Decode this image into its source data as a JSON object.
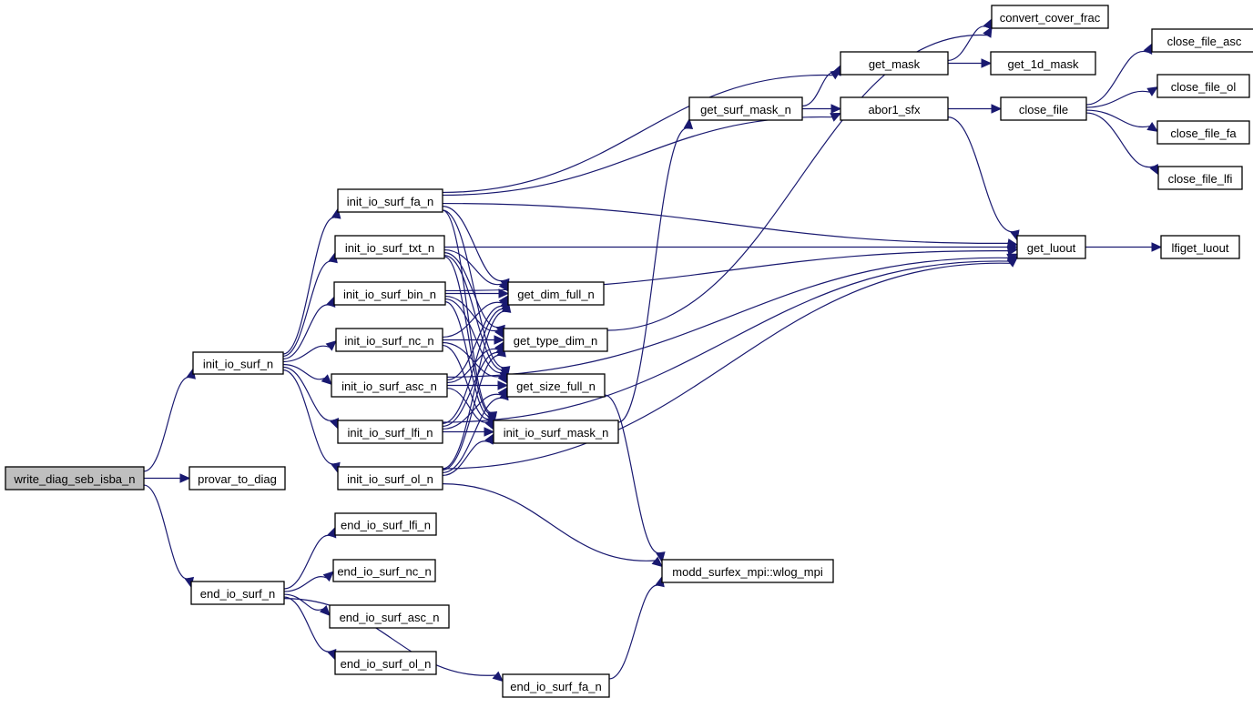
{
  "graph": {
    "title": "Call graph of write_diag_seb_isba_n",
    "colors": {
      "edge": "#191970",
      "root_fill": "#bfbfbf",
      "node_fill": "#ffffff",
      "border": "#000000"
    },
    "root": "write_diag_seb_isba_n",
    "nodes": [
      {
        "id": "write_diag_seb_isba_n",
        "label": "write_diag_seb_isba_n"
      },
      {
        "id": "init_io_surf_n",
        "label": "init_io_surf_n"
      },
      {
        "id": "provar_to_diag",
        "label": "provar_to_diag"
      },
      {
        "id": "end_io_surf_n",
        "label": "end_io_surf_n"
      },
      {
        "id": "init_io_surf_fa_n",
        "label": "init_io_surf_fa_n"
      },
      {
        "id": "init_io_surf_txt_n",
        "label": "init_io_surf_txt_n"
      },
      {
        "id": "init_io_surf_bin_n",
        "label": "init_io_surf_bin_n"
      },
      {
        "id": "init_io_surf_nc_n",
        "label": "init_io_surf_nc_n"
      },
      {
        "id": "init_io_surf_asc_n",
        "label": "init_io_surf_asc_n"
      },
      {
        "id": "init_io_surf_lfi_n",
        "label": "init_io_surf_lfi_n"
      },
      {
        "id": "init_io_surf_ol_n",
        "label": "init_io_surf_ol_n"
      },
      {
        "id": "end_io_surf_lfi_n",
        "label": "end_io_surf_lfi_n"
      },
      {
        "id": "end_io_surf_nc_n",
        "label": "end_io_surf_nc_n"
      },
      {
        "id": "end_io_surf_asc_n",
        "label": "end_io_surf_asc_n"
      },
      {
        "id": "end_io_surf_ol_n",
        "label": "end_io_surf_ol_n"
      },
      {
        "id": "end_io_surf_fa_n",
        "label": "end_io_surf_fa_n"
      },
      {
        "id": "get_dim_full_n",
        "label": "get_dim_full_n"
      },
      {
        "id": "get_type_dim_n",
        "label": "get_type_dim_n"
      },
      {
        "id": "get_size_full_n",
        "label": "get_size_full_n"
      },
      {
        "id": "init_io_surf_mask_n",
        "label": "init_io_surf_mask_n"
      },
      {
        "id": "get_surf_mask_n",
        "label": "get_surf_mask_n"
      },
      {
        "id": "get_mask",
        "label": "get_mask"
      },
      {
        "id": "abor1_sfx",
        "label": "abor1_sfx"
      },
      {
        "id": "convert_cover_frac",
        "label": "convert_cover_frac"
      },
      {
        "id": "get_1d_mask",
        "label": "get_1d_mask"
      },
      {
        "id": "close_file",
        "label": "close_file"
      },
      {
        "id": "close_file_asc",
        "label": "close_file_asc"
      },
      {
        "id": "close_file_ol",
        "label": "close_file_ol"
      },
      {
        "id": "close_file_fa",
        "label": "close_file_fa"
      },
      {
        "id": "close_file_lfi",
        "label": "close_file_lfi"
      },
      {
        "id": "get_luout",
        "label": "get_luout"
      },
      {
        "id": "lfiget_luout",
        "label": "lfiget_luout"
      },
      {
        "id": "wlog_mpi",
        "label": "modd_surfex_mpi::wlog_mpi"
      }
    ],
    "edges": [
      [
        "write_diag_seb_isba_n",
        "init_io_surf_n"
      ],
      [
        "write_diag_seb_isba_n",
        "provar_to_diag"
      ],
      [
        "write_diag_seb_isba_n",
        "end_io_surf_n"
      ],
      [
        "init_io_surf_n",
        "init_io_surf_fa_n"
      ],
      [
        "init_io_surf_n",
        "init_io_surf_txt_n"
      ],
      [
        "init_io_surf_n",
        "init_io_surf_bin_n"
      ],
      [
        "init_io_surf_n",
        "init_io_surf_nc_n"
      ],
      [
        "init_io_surf_n",
        "init_io_surf_asc_n"
      ],
      [
        "init_io_surf_n",
        "init_io_surf_lfi_n"
      ],
      [
        "init_io_surf_n",
        "init_io_surf_ol_n"
      ],
      [
        "init_io_surf_fa_n",
        "get_mask"
      ],
      [
        "init_io_surf_fa_n",
        "abor1_sfx"
      ],
      [
        "init_io_surf_fa_n",
        "get_luout"
      ],
      [
        "init_io_surf_fa_n",
        "get_dim_full_n"
      ],
      [
        "init_io_surf_fa_n",
        "get_size_full_n"
      ],
      [
        "init_io_surf_fa_n",
        "init_io_surf_mask_n"
      ],
      [
        "init_io_surf_txt_n",
        "get_luout"
      ],
      [
        "init_io_surf_txt_n",
        "get_dim_full_n"
      ],
      [
        "init_io_surf_txt_n",
        "get_type_dim_n"
      ],
      [
        "init_io_surf_txt_n",
        "get_size_full_n"
      ],
      [
        "init_io_surf_txt_n",
        "init_io_surf_mask_n"
      ],
      [
        "init_io_surf_bin_n",
        "get_luout"
      ],
      [
        "init_io_surf_bin_n",
        "get_dim_full_n"
      ],
      [
        "init_io_surf_bin_n",
        "get_type_dim_n"
      ],
      [
        "init_io_surf_bin_n",
        "get_size_full_n"
      ],
      [
        "init_io_surf_bin_n",
        "init_io_surf_mask_n"
      ],
      [
        "init_io_surf_nc_n",
        "get_dim_full_n"
      ],
      [
        "init_io_surf_nc_n",
        "get_type_dim_n"
      ],
      [
        "init_io_surf_nc_n",
        "get_size_full_n"
      ],
      [
        "init_io_surf_nc_n",
        "init_io_surf_mask_n"
      ],
      [
        "init_io_surf_asc_n",
        "get_dim_full_n"
      ],
      [
        "init_io_surf_asc_n",
        "get_type_dim_n"
      ],
      [
        "init_io_surf_asc_n",
        "get_size_full_n"
      ],
      [
        "init_io_surf_asc_n",
        "init_io_surf_mask_n"
      ],
      [
        "init_io_surf_asc_n",
        "get_luout"
      ],
      [
        "init_io_surf_lfi_n",
        "get_dim_full_n"
      ],
      [
        "init_io_surf_lfi_n",
        "get_type_dim_n"
      ],
      [
        "init_io_surf_lfi_n",
        "get_size_full_n"
      ],
      [
        "init_io_surf_lfi_n",
        "init_io_surf_mask_n"
      ],
      [
        "init_io_surf_lfi_n",
        "get_luout"
      ],
      [
        "init_io_surf_ol_n",
        "get_dim_full_n"
      ],
      [
        "init_io_surf_ol_n",
        "get_type_dim_n"
      ],
      [
        "init_io_surf_ol_n",
        "get_size_full_n"
      ],
      [
        "init_io_surf_ol_n",
        "init_io_surf_mask_n"
      ],
      [
        "init_io_surf_ol_n",
        "wlog_mpi"
      ],
      [
        "init_io_surf_ol_n",
        "get_luout"
      ],
      [
        "get_type_dim_n",
        "convert_cover_frac"
      ],
      [
        "get_size_full_n",
        "wlog_mpi"
      ],
      [
        "init_io_surf_mask_n",
        "get_surf_mask_n"
      ],
      [
        "get_surf_mask_n",
        "get_mask"
      ],
      [
        "get_surf_mask_n",
        "abor1_sfx"
      ],
      [
        "get_mask",
        "convert_cover_frac"
      ],
      [
        "get_mask",
        "get_1d_mask"
      ],
      [
        "abor1_sfx",
        "close_file"
      ],
      [
        "abor1_sfx",
        "get_luout"
      ],
      [
        "close_file",
        "close_file_asc"
      ],
      [
        "close_file",
        "close_file_ol"
      ],
      [
        "close_file",
        "close_file_fa"
      ],
      [
        "close_file",
        "close_file_lfi"
      ],
      [
        "get_luout",
        "lfiget_luout"
      ],
      [
        "end_io_surf_n",
        "end_io_surf_lfi_n"
      ],
      [
        "end_io_surf_n",
        "end_io_surf_nc_n"
      ],
      [
        "end_io_surf_n",
        "end_io_surf_asc_n"
      ],
      [
        "end_io_surf_n",
        "end_io_surf_ol_n"
      ],
      [
        "end_io_surf_n",
        "end_io_surf_fa_n"
      ],
      [
        "end_io_surf_fa_n",
        "wlog_mpi"
      ]
    ]
  }
}
